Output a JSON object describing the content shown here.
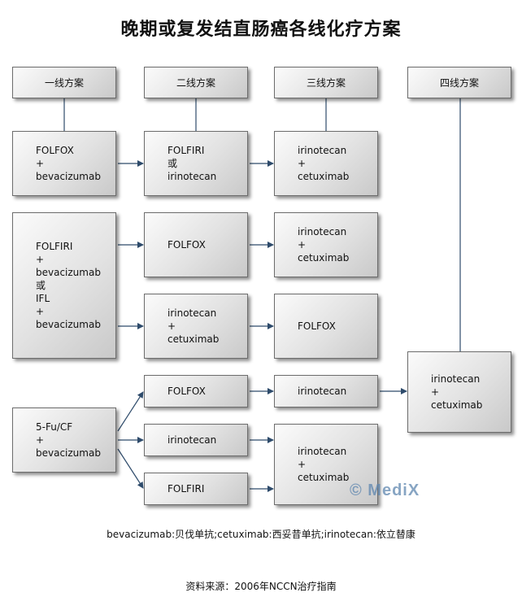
{
  "title": "晚期或复发结直肠癌各线化疗方案",
  "headers": {
    "line1": "一线方案",
    "line2": "二线方案",
    "line3": "三线方案",
    "line4": "四线方案"
  },
  "boxes": {
    "l1_a": [
      "FOLFOX",
      "+",
      "bevacizumab"
    ],
    "l1_b": [
      "FOLFIRI",
      "+",
      "bevacizumab",
      "或",
      "IFL",
      "+",
      "bevacizumab"
    ],
    "l1_c": [
      "5-Fu/CF",
      "+",
      "bevacizumab"
    ],
    "l2_a": [
      "FOLFIRI",
      "或",
      "irinotecan"
    ],
    "l2_b": [
      "FOLFOX"
    ],
    "l2_c": [
      "irinotecan",
      "+",
      "cetuximab"
    ],
    "l2_d": [
      "FOLFOX"
    ],
    "l2_e": [
      "irinotecan"
    ],
    "l2_f": [
      "FOLFIRI"
    ],
    "l3_a": [
      "irinotecan",
      "+",
      "cetuximab"
    ],
    "l3_b": [
      "irinotecan",
      "+",
      "cetuximab"
    ],
    "l3_c": [
      "FOLFOX"
    ],
    "l3_d": [
      "irinotecan"
    ],
    "l3_e": [
      "irinotecan",
      "+",
      "cetuximab"
    ],
    "l4_a": [
      "irinotecan",
      "+",
      "cetuximab"
    ]
  },
  "legend": "bevacizumab:贝伐单抗;cetuximab:西妥昔单抗;irinotecan:依立替康",
  "source": "资料来源：2006年NCCN治疗指南",
  "watermark": "© MediX"
}
